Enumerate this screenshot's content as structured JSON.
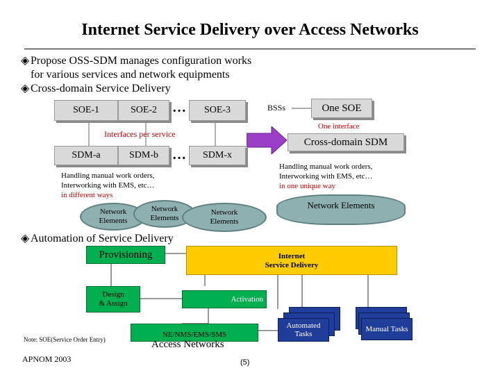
{
  "title": "Internet Service Delivery over Access Networks",
  "bullets": {
    "b1_line1": "Propose OSS-SDM manages configuration works",
    "b1_line2": "for various services and network equipments",
    "b2": "Cross-domain Service Delivery",
    "b3": "Automation of Service Delivery"
  },
  "left_diagram": {
    "soe1": "SOE-1",
    "soe2": "SOE-2",
    "soe3": "SOE-3",
    "ellipsis": "…",
    "interfaces": "Interfaces per service",
    "sdma": "SDM-a",
    "sdmb": "SDM-b",
    "sdmx": "SDM-x",
    "handling_line1": "Handling manual work orders,",
    "handling_line2": "Interworking with EMS, etc…",
    "handling_line3": "in different ways",
    "ne1": "Network Elements",
    "ne2": "Network Elements",
    "ne3": "Network Elements"
  },
  "right_diagram": {
    "bsss": "BSSs",
    "one_soe": "One SOE",
    "one_interface": "One interface",
    "cross_sdm": "Cross-domain SDM",
    "handling_line1": "Handling manual work orders,",
    "handling_line2": "Interworking with EMS, etc…",
    "handling_line3": "in one unique way",
    "network_elements": "Network Elements"
  },
  "automation": {
    "provisioning": "Provisioning",
    "isd_line1": "Internet",
    "isd_line2": "Service Delivery",
    "design_line1": "Design",
    "design_line2": "& Assign",
    "activation": "Activation",
    "ne_nms": "NE/NMS/EMS/SMS",
    "access_networks": "Access Networks",
    "automated_line1": "Automated",
    "automated_line2": "Tasks",
    "manual_tasks": "Manual Tasks"
  },
  "footer": {
    "note": "Note: SOE(Service Order Entry)",
    "apnom": "APNOM 2003",
    "page": "(5)"
  },
  "colors": {
    "box_gray": "#d9d9d9",
    "cloud": "#8fb0b0",
    "arrow_purple": "#9b3fc6",
    "yellow": "#ffcc00",
    "green": "#00b050",
    "navy": "#1f3d99",
    "accent_red": "#c00000"
  }
}
